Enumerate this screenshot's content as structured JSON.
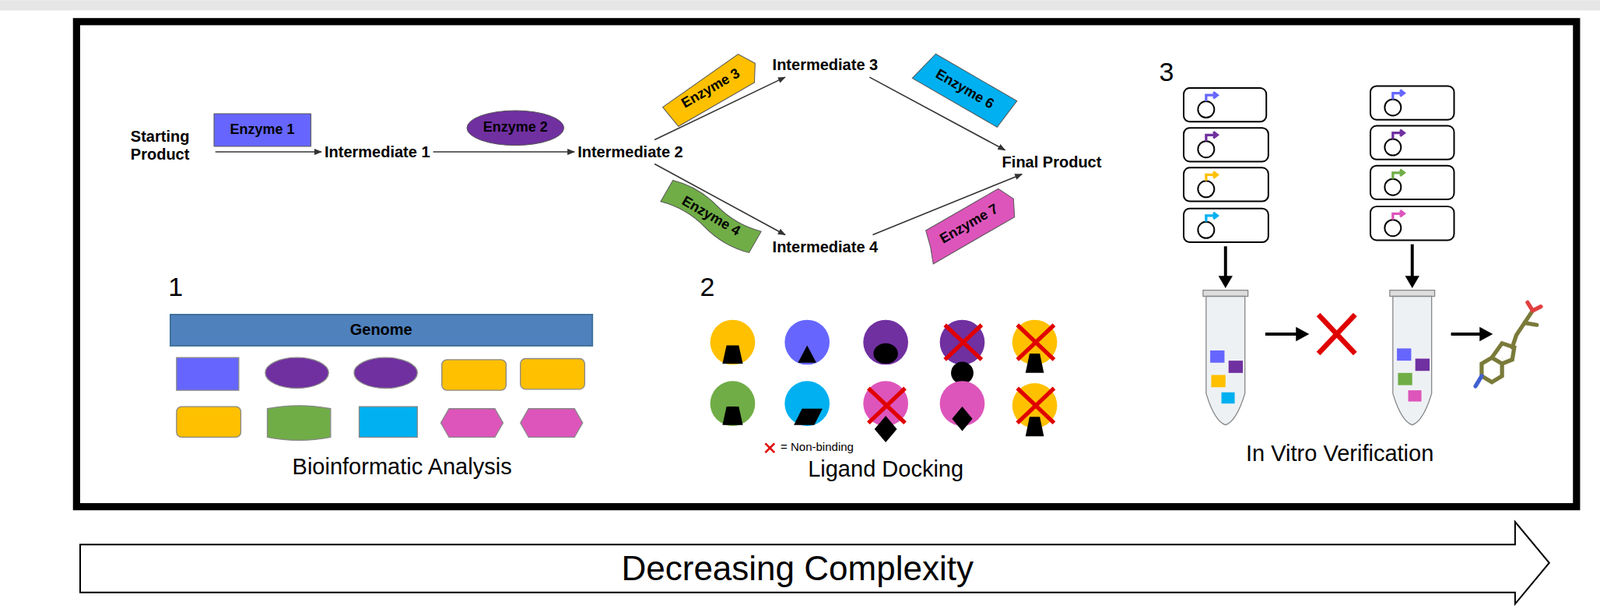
{
  "diagram": {
    "nodes": [
      {
        "text": [
          "Starting Product"
        ]
      },
      {
        "text": [
          "Enzyme 1"
        ]
      },
      {
        "text": [
          "Intermediate 1"
        ]
      },
      {
        "text": [
          "Enzyme 2"
        ]
      },
      {
        "text": [
          "Intermediate 2"
        ]
      },
      {
        "text": [
          "Enzyme 3"
        ]
      },
      {
        "text": [
          "Intermediate 3"
        ]
      },
      {
        "text": [
          "Enzyme 6"
        ]
      },
      {
        "text": [
          "Final Product"
        ]
      },
      {
        "text": [
          "Enzyme 4"
        ]
      },
      {
        "text": [
          "Intermediate 4"
        ]
      },
      {
        "text": [
          "Enzyme 7"
        ]
      },
      {
        "text": [
          "Genome"
        ]
      },
      {
        "text": [
          "Decreasing Complexity"
        ]
      }
    ],
    "edges": [
      {
        "from": 0,
        "to": 2,
        "arrow": "to"
      },
      {
        "from": 2,
        "to": 4,
        "arrow": "to"
      },
      {
        "from": 4,
        "to": 6,
        "arrow": "to"
      },
      {
        "from": 6,
        "to": 8,
        "arrow": "to"
      },
      {
        "from": 4,
        "to": 10,
        "arrow": "to"
      },
      {
        "from": 10,
        "to": 8,
        "arrow": "to"
      }
    ],
    "labels": [
      "1",
      "Bioinformatic Analysis",
      "2",
      "Ligand Docking",
      "3",
      "In Vitro Verification"
    ],
    "legend": [
      {
        "text": "= Non-binding"
      }
    ]
  }
}
